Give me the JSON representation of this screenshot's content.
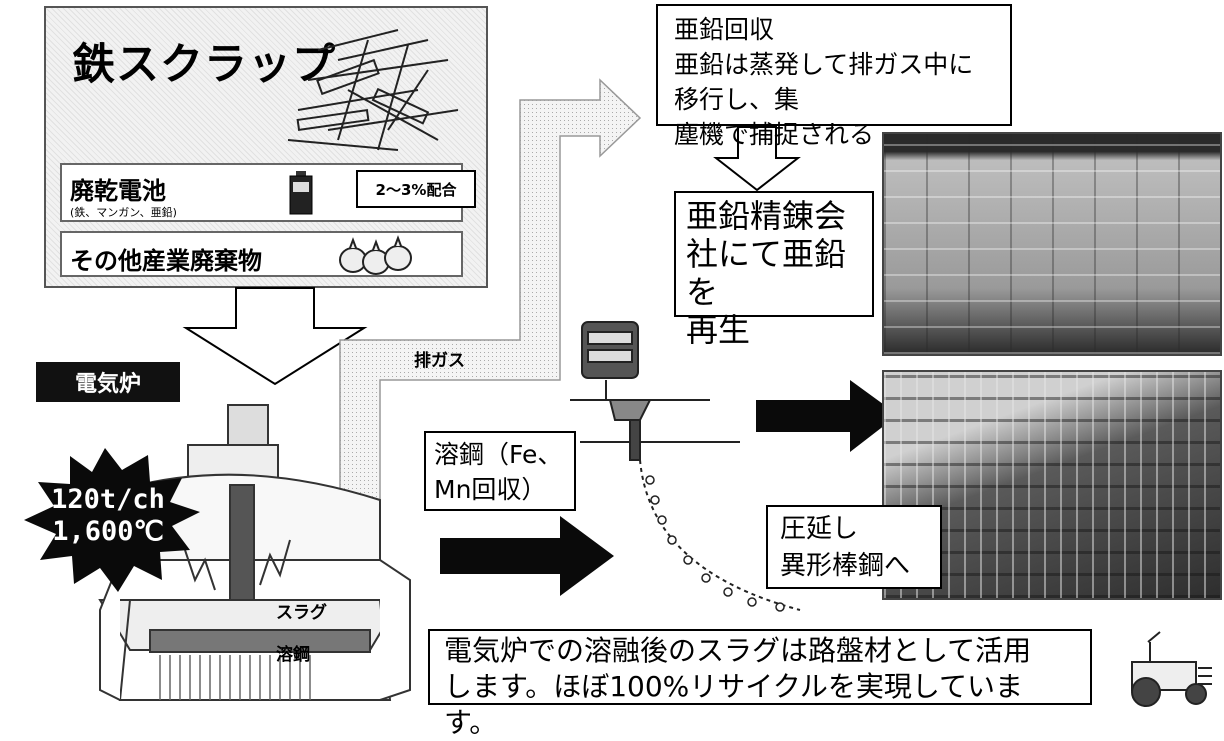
{
  "inputs": {
    "scrap_label": "鉄スクラップ",
    "battery_label": "廃乾電池",
    "battery_note": "(鉄、マンガン、亜鉛)",
    "battery_ratio": "2～3%配合",
    "other_label": "その他産業廃棄物"
  },
  "furnace": {
    "tag": "電気炉",
    "capacity": "120t/ch",
    "temperature": "1,600℃",
    "slag_label": "スラグ",
    "steel_label": "溶鋼"
  },
  "exhaust_label": "排ガス",
  "zinc": {
    "title": "亜鉛回収",
    "desc_line1": "亜鉛は蒸発して排ガス中に移行し、集",
    "desc_line2": "塵機で捕捉される",
    "refine_line1": "亜鉛精錬会",
    "refine_line2": "社にて亜鉛を",
    "refine_line3": "再生"
  },
  "steel": {
    "line1": "溶鋼（Fe、",
    "line2": "Mn回収）"
  },
  "rolling": {
    "line1": "圧延し",
    "line2": "異形棒鋼へ"
  },
  "slag_use": {
    "line1": "電気炉での溶融後のスラグは路盤材として活用",
    "line2": "します。ほぼ100%リサイクルを実現しています。"
  }
}
